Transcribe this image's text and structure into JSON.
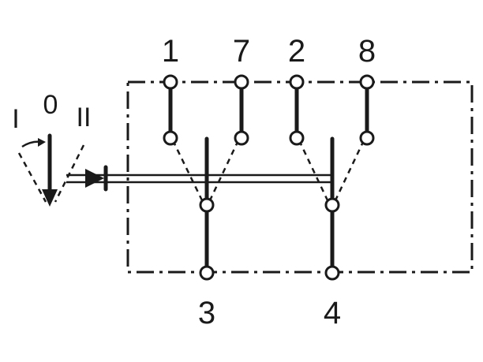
{
  "terminals": {
    "t1": "1",
    "t7": "7",
    "t2": "2",
    "t8": "8",
    "t3": "3",
    "t4": "4"
  },
  "positions": {
    "one": "I",
    "zero": "0",
    "two": "II"
  },
  "colors": {
    "ink": "#1a1a1a",
    "background": "#ffffff"
  }
}
